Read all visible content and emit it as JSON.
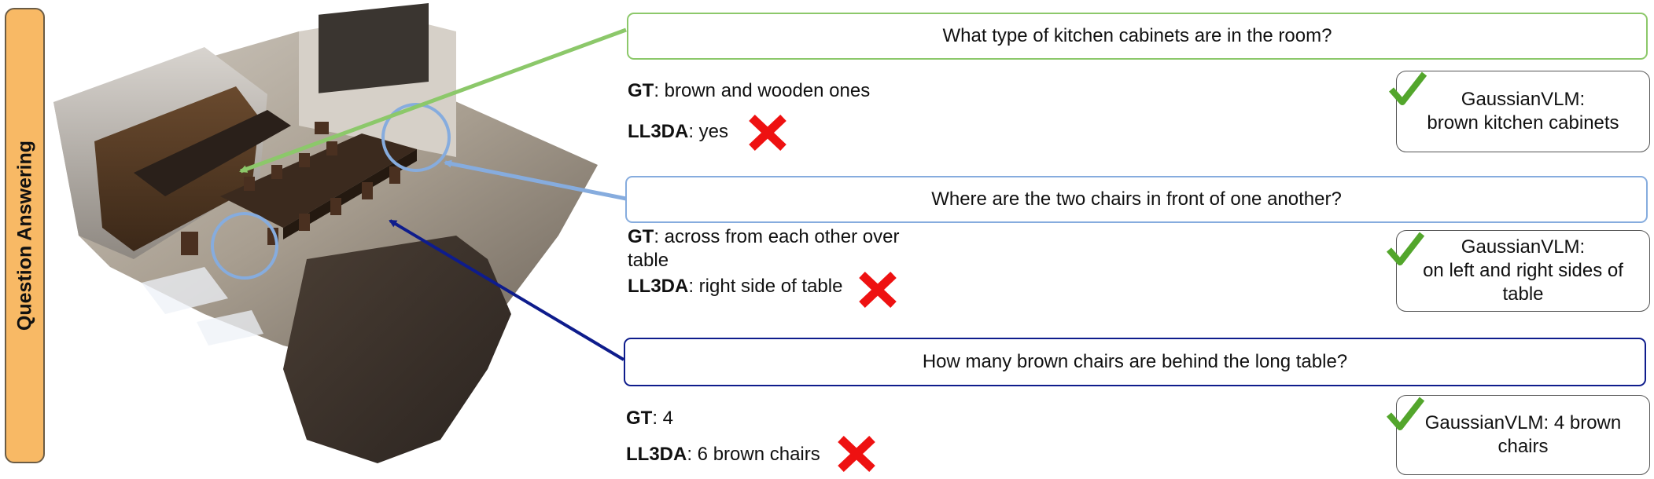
{
  "side_label": "Question Answering",
  "colors": {
    "q1": "#8cc86a",
    "q2": "#86acde",
    "q3": "#0e1c8c",
    "label_bg": "#f8b965",
    "cross": "#ee1111",
    "check": "#53a62c"
  },
  "icons": {
    "wrong": "red-cross-icon",
    "correct": "green-check-icon"
  },
  "questions": [
    {
      "question": "What type of kitchen cabinets are in the room?",
      "gt_label": "GT",
      "gt_text": ": brown and wooden ones",
      "ll3da_label": "LL3DA",
      "ll3da_text": ": yes",
      "gaussian_answer": "GaussianVLM:\nbrown kitchen cabinets"
    },
    {
      "question": "Where are the two chairs in front of one another?",
      "gt_label": "GT",
      "gt_text": ": across from each other over table",
      "ll3da_label": "LL3DA",
      "ll3da_text": ": right side of table",
      "gaussian_answer": "GaussianVLM:\non left and right sides of table"
    },
    {
      "question": "How many brown chairs are behind the long table?",
      "gt_label": "GT",
      "gt_text": ": 4",
      "ll3da_label": "LL3DA",
      "ll3da_text": ": 6 brown chairs",
      "gaussian_answer": "GaussianVLM: 4 brown chairs"
    }
  ]
}
